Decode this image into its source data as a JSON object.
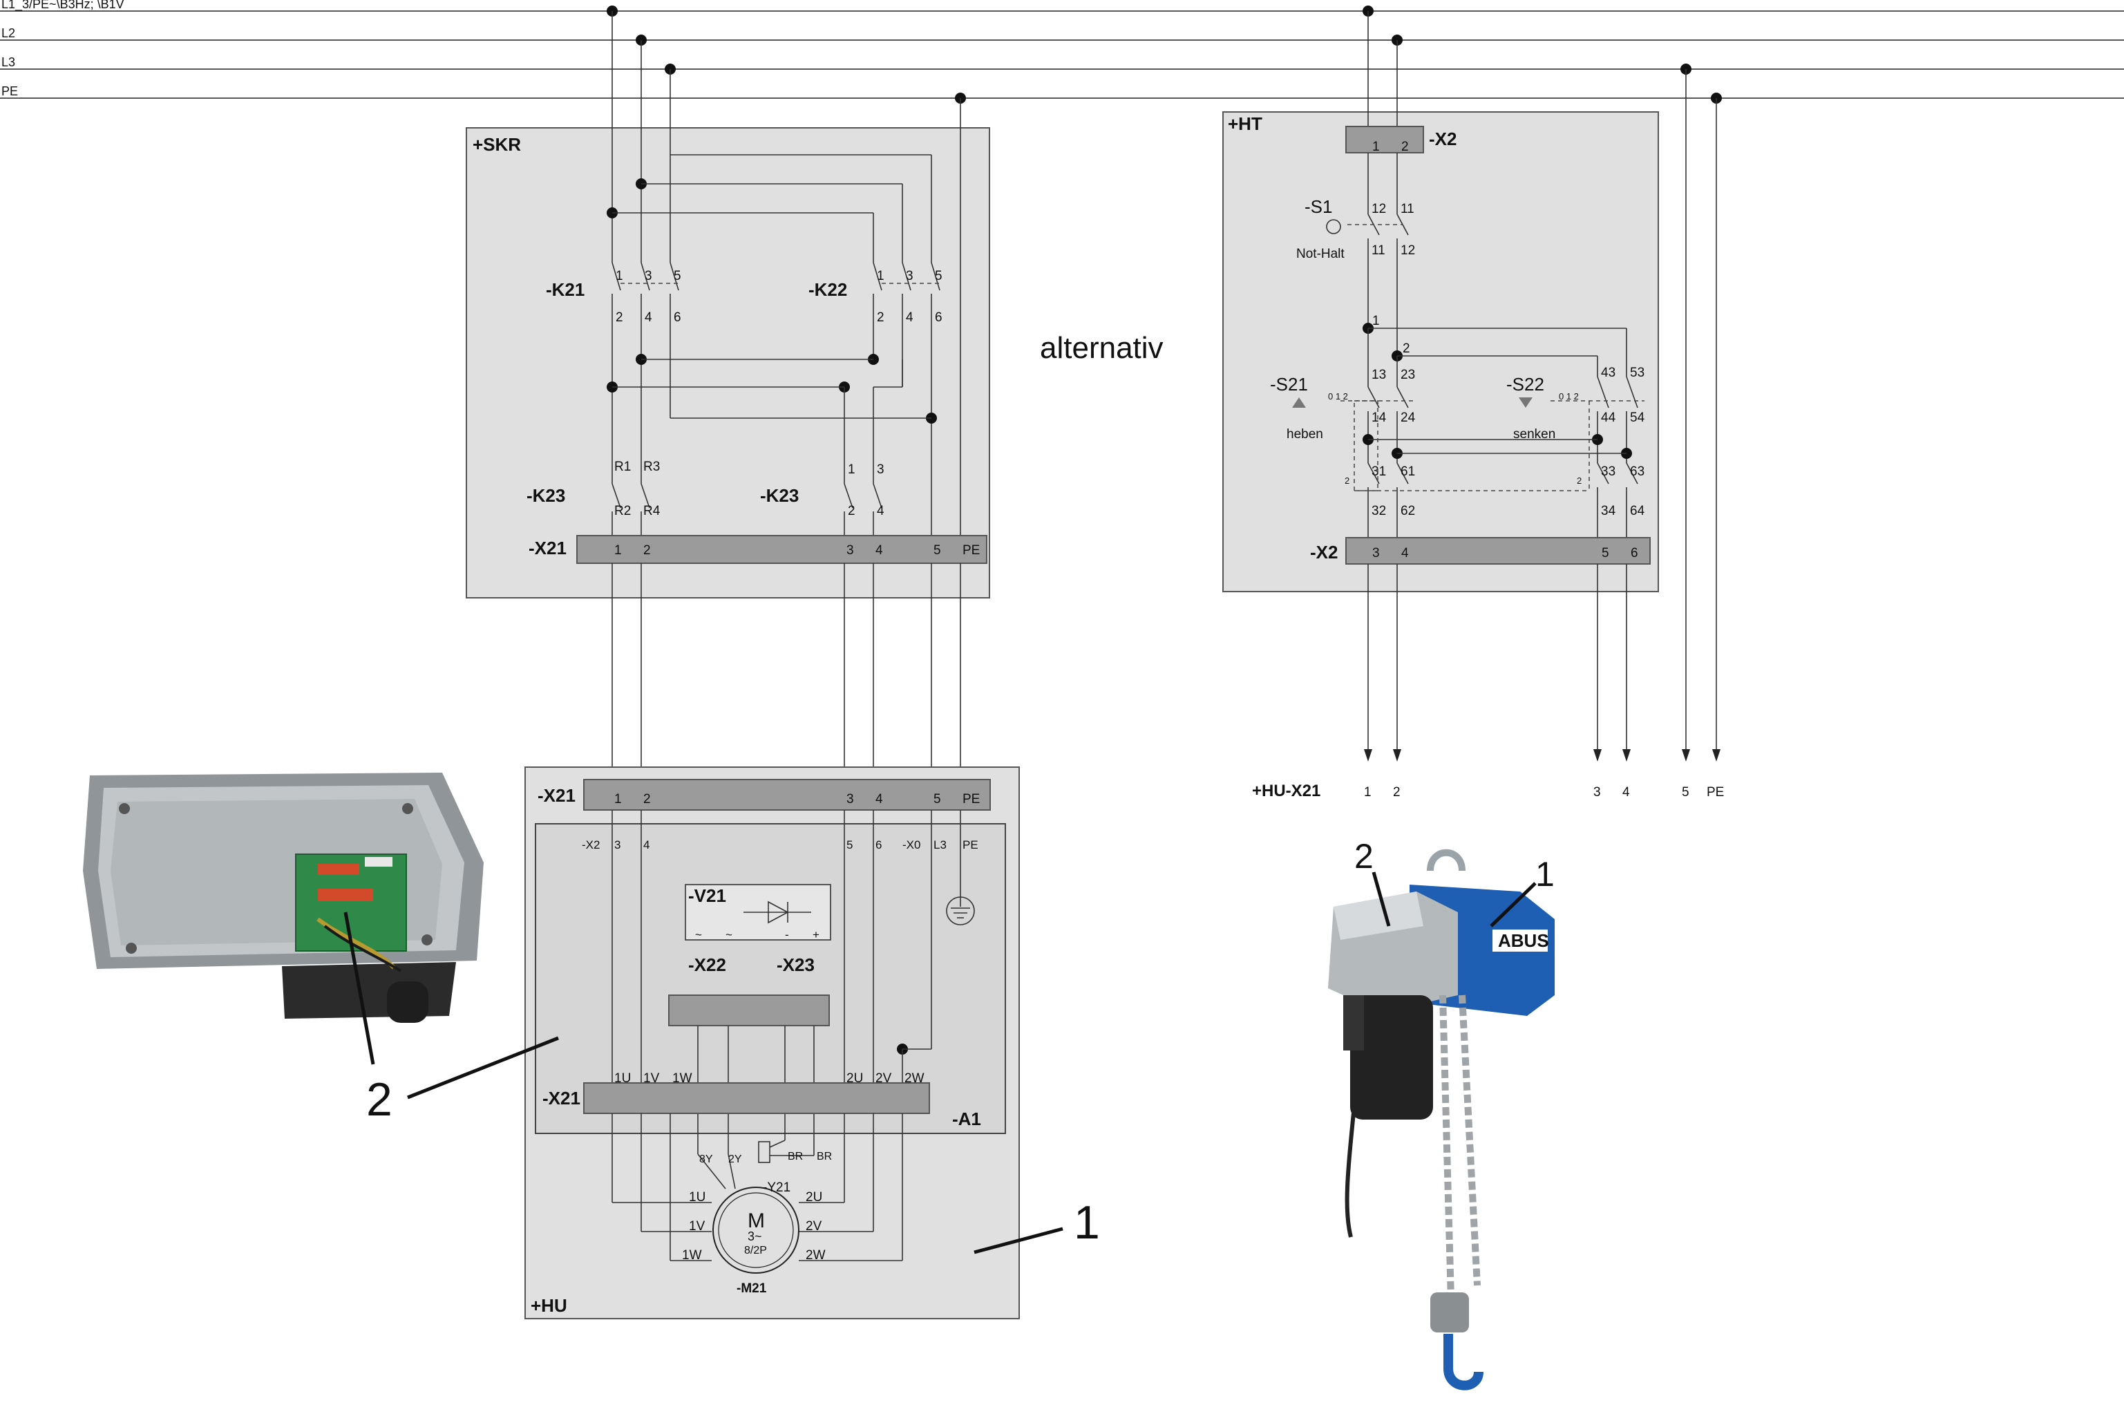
{
  "bus": {
    "l1": "L1_3/PE~\\B3Hz; \\B1V",
    "l2": "L2",
    "l3": "L3",
    "pe": "PE"
  },
  "skr": {
    "title": "+SKR",
    "k21": "-K21",
    "k22": "-K22",
    "k23a": "-K23",
    "k23b": "-K23",
    "x21": "-X21",
    "contacts_top": [
      "1",
      "3",
      "5"
    ],
    "contacts_bottom": [
      "2",
      "4",
      "6"
    ],
    "r_top": [
      "R1",
      "R3"
    ],
    "r_bottom": [
      "R2",
      "R4"
    ],
    "k23b_top": [
      "1",
      "3"
    ],
    "k23b_bottom": [
      "2",
      "4"
    ],
    "terminals": [
      "1",
      "2",
      "3",
      "4",
      "5",
      "PE"
    ]
  },
  "ht": {
    "title": "+HT",
    "x2_top": "-X2",
    "x2_top_terminals": [
      "1",
      "2"
    ],
    "s1": "-S1",
    "s1_sub": "Not-Halt",
    "s1_top": [
      "12",
      "11"
    ],
    "s1_bottom": [
      "11",
      "12"
    ],
    "node1": "1",
    "node2": "2",
    "s21": "-S21",
    "s21_sub": "heben",
    "s22": "-S22",
    "s22_sub": "senken",
    "scale": "0 1 2",
    "s21_top": [
      "13",
      "23"
    ],
    "s21_mid": [
      "14",
      "24"
    ],
    "s21_low": [
      "31",
      "61"
    ],
    "s21_bot": [
      "32",
      "62"
    ],
    "s22_top": [
      "43",
      "53"
    ],
    "s22_mid": [
      "44",
      "54"
    ],
    "s22_low": [
      "33",
      "63"
    ],
    "s22_bot": [
      "34",
      "64"
    ],
    "small2": "2",
    "x2_bottom": "-X2",
    "x2_bottom_terminals": [
      "3",
      "4",
      "5",
      "6"
    ]
  },
  "alternativ": "alternativ",
  "hu_x21": {
    "label": "+HU-X21",
    "terminals": [
      "1",
      "2",
      "3",
      "4",
      "5",
      "PE"
    ]
  },
  "hu": {
    "title": "+HU",
    "x21_top": "-X21",
    "x21_top_terminals": [
      "1",
      "2",
      "3",
      "4",
      "5",
      "PE"
    ],
    "a1_labels": [
      "-X2",
      "3",
      "4",
      "5",
      "6",
      "-X0",
      "L3",
      "PE"
    ],
    "v21": "-V21",
    "v21_pins": [
      "~",
      "~",
      "-",
      "+"
    ],
    "x22": "-X22",
    "x23": "-X23",
    "x21_bottom": "-X21",
    "x21_bottom_terminals": [
      "1U",
      "1V",
      "1W",
      "2U",
      "2V",
      "2W"
    ],
    "a1": "-A1",
    "brake_pins": [
      "8Y",
      "2Y",
      "BR",
      "BR"
    ],
    "y21": "-Y21",
    "motor_symbol": "M",
    "motor_phase": "3~",
    "motor_poles": "8/2P",
    "motor_left": [
      "1U",
      "1V",
      "1W"
    ],
    "motor_right": [
      "2U",
      "2V",
      "2W"
    ],
    "m21": "-M21"
  },
  "callouts": {
    "photo_left": "2",
    "hu_one": "1",
    "hoist_one": "1",
    "hoist_two": "2"
  },
  "brand": "ABUS",
  "colors": {
    "box": "#e0e0e0",
    "strip": "#9b9b9b",
    "hoist_blue": "#1f5fb3",
    "pcb_green": "#2f8a4a"
  }
}
